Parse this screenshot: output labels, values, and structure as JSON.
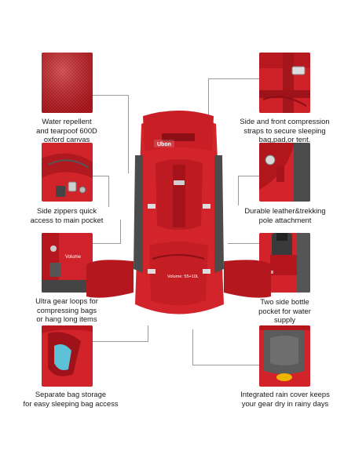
{
  "features": {
    "waterproof": {
      "label_lines": [
        "Water repellent",
        "and tearpoof 600D",
        "oxford canvas"
      ],
      "icon": "fabric-texture"
    },
    "compression": {
      "label_lines": [
        "Side and front compression",
        "straps to secure sleeping",
        "bag,pad,or tent."
      ],
      "icon": "compression-strap"
    },
    "side_zippers": {
      "label_lines": [
        "Side zippers quick",
        "access to main pocket"
      ],
      "icon": "zipper"
    },
    "leather_pole": {
      "label_lines": [
        "Durable leather&trekking",
        "pole attachment"
      ],
      "icon": "pole-attachment"
    },
    "gear_loops": {
      "label_lines": [
        "Ultra gear loops for",
        "compressing bags",
        "or hang long items"
      ],
      "icon": "gear-loop"
    },
    "bottle_pocket": {
      "label_lines": [
        "Two side bottle",
        "pocket for water",
        "supply"
      ],
      "icon": "bottle-pocket"
    },
    "sleeping_bag": {
      "label_lines": [
        "Separate bag storage",
        "for easy sleeping bag access"
      ],
      "icon": "sleeping-bag-compartment"
    },
    "rain_cover": {
      "label_lines": [
        "Integrated rain cover keeps",
        "your gear dry in rainy days"
      ],
      "icon": "rain-cover"
    }
  },
  "backpack": {
    "brand": "Ubon",
    "volume_label": "Volume: 55+10L",
    "side_label": "Volume"
  },
  "colors": {
    "primary_red": "#d8232a",
    "dark_red": "#a8141c",
    "grey": "#5a5a5a",
    "line": "#9a9a9a"
  }
}
